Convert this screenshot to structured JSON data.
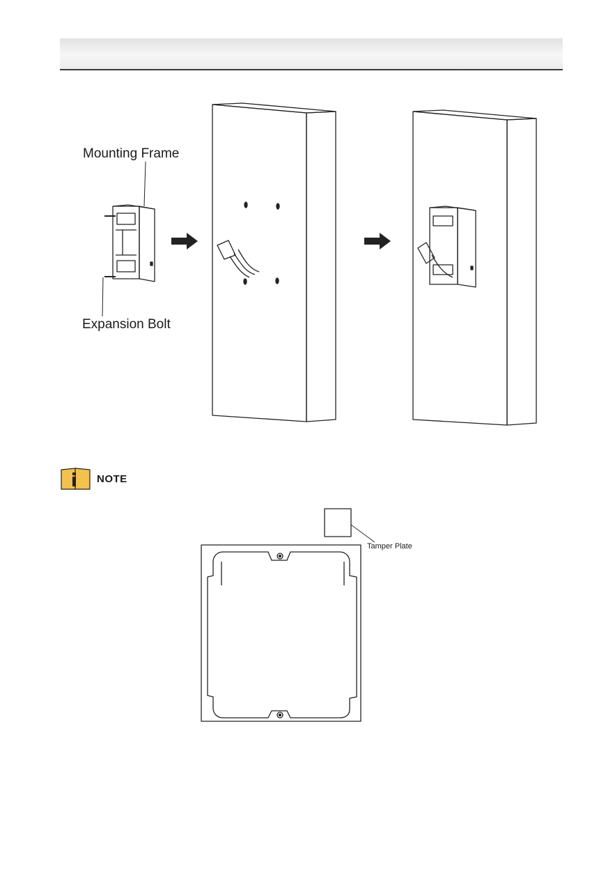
{
  "header": {
    "title": ""
  },
  "figure1": {
    "labels": {
      "mounting_frame": "Mounting Frame",
      "expansion_bolt": "Expansion Bolt"
    }
  },
  "note": {
    "label": "NOTE",
    "icon": "info-book-icon",
    "icon_color": "#f2c14e"
  },
  "figure2": {
    "labels": {
      "tamper_plate": "Tamper Plate"
    }
  }
}
